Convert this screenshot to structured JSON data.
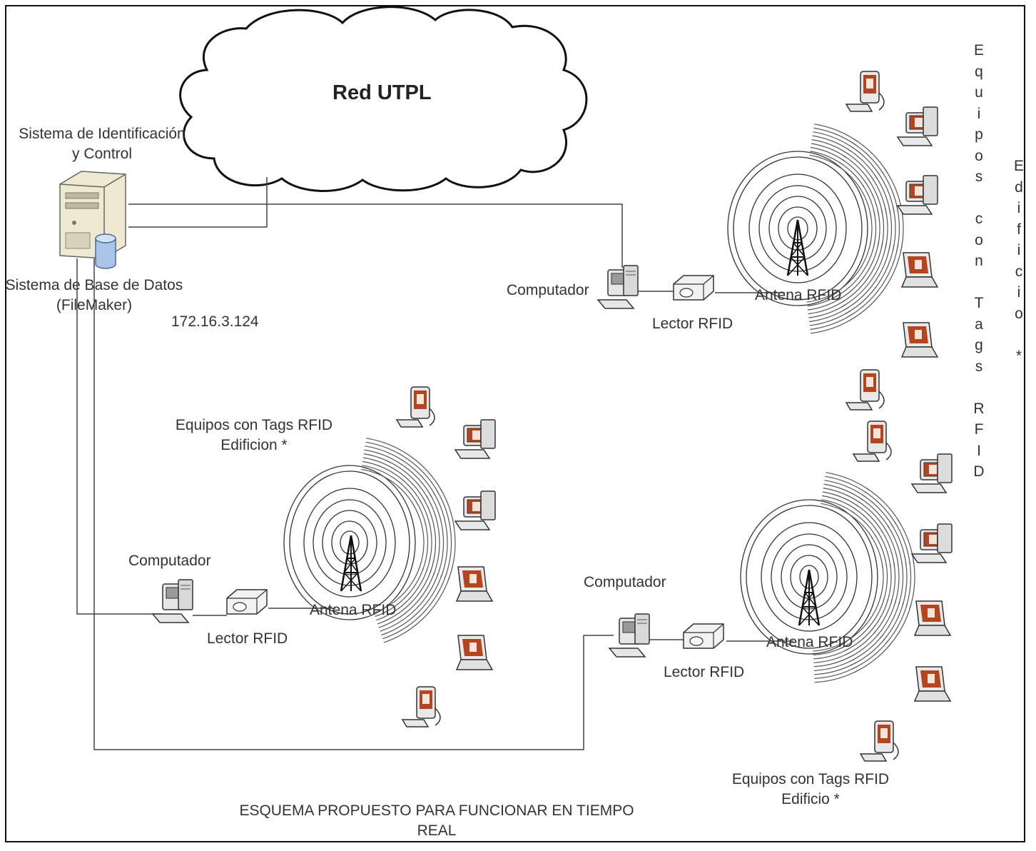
{
  "cloud": {
    "label": "Red UTPL"
  },
  "server": {
    "title_line1": "Sistema de Identificación",
    "title_line2": "y Control",
    "db_line1": "Sistema de Base de Datos",
    "db_line2": "(FileMaker)",
    "ip": "172.16.3.124"
  },
  "station_top": {
    "computer": "Computador",
    "reader": "Lector RFID",
    "antenna": "Antena RFID",
    "tags_vertical": "Equipos con Tags RFID",
    "building_vertical": "Edificio *"
  },
  "station_left": {
    "computer": "Computador",
    "reader": "Lector RFID",
    "antenna": "Antena RFID",
    "tags_line1": "Equipos con Tags RFID",
    "tags_line2": "Edificion *"
  },
  "station_bottom": {
    "computer": "Computador",
    "reader": "Lector RFID",
    "antenna": "Antena RFID",
    "tags_line1": "Equipos con Tags RFID",
    "tags_line2": "Edificio *"
  },
  "caption": {
    "line1": "ESQUEMA PROPUESTO PARA FUNCIONAR EN TIEMPO",
    "line2": "REAL"
  }
}
